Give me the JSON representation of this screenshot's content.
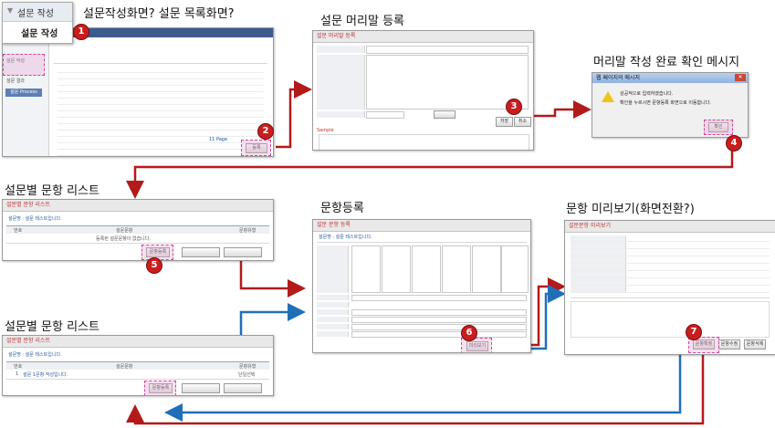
{
  "titles": {
    "survey_screen": "설문작성화면? 설문 목록화면?",
    "header_register": "설문 머리말 등록",
    "header_complete": "머리말 작성 완료 확인 메시지",
    "item_list_1": "설문별 문항 리스트",
    "item_register": "문항등록",
    "item_preview": "문항 미리보기(화면전환?)",
    "item_list_2": "설문별 문항 리스트"
  },
  "menu": {
    "header": "설문 작성",
    "item": "설문 작성"
  },
  "steps": [
    "1",
    "2",
    "3",
    "4",
    "5",
    "6",
    "7"
  ],
  "survey_list": {
    "sidebar": [
      "설문 작성",
      "설문 결과"
    ],
    "side_button": "설문 Process",
    "paging": "11 Page",
    "register_button": "등록"
  },
  "header_form": {
    "header_title": "설문 머리말 등록",
    "sample_label": "Sample",
    "save_button": "저장",
    "cancel_button": "취소"
  },
  "dialog": {
    "title": "웹 페이지의 메시지",
    "line1": "성공적으로 입력하였습니다.",
    "line2": "확인을 누르시면 문항등록 화면으로 이동합니다.",
    "ok_button": "확인"
  },
  "item_list_empty": {
    "header_title": "설문별 문항 리스트",
    "survey_name": "설문명 : 설문 테스트입니다.",
    "col_no": "번호",
    "col_item": "설문문항",
    "col_type": "문항유형",
    "empty_msg": "등록된 설문문항이 없습니다.",
    "register_button": "문항등록"
  },
  "item_register_form": {
    "header_title": "설문 문항 등록",
    "survey_name": "설문명 : 설문 테스트입니다.",
    "preview_button": "미리보기"
  },
  "item_preview": {
    "header_title": "설문문항 미리보기",
    "buttons": [
      "문항확정",
      "문항수정",
      "문항삭제"
    ]
  },
  "item_list_filled": {
    "header_title": "설문별 문항 리스트",
    "survey_name": "설문명 : 설문 테스트입니다.",
    "col_no": "번호",
    "col_item": "설문문항",
    "col_type": "문항유형",
    "row_no": "1",
    "row_item": "설문 1문항 작성입니다.",
    "row_type": "단일선택",
    "register_button": "문항등록"
  },
  "colors": {
    "arrow_red": "#b31a1a",
    "arrow_blue": "#1f6fb8",
    "badge": "#c81e1e",
    "highlight": "#d0469a"
  }
}
